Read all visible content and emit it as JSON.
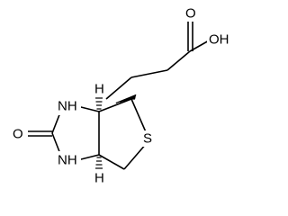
{
  "molecule": {
    "labels": {
      "acid_oh": "OH",
      "acid_carbonyl_o": "O",
      "carbonyl_o": "O",
      "nh_top": "NH",
      "nh_bottom": "NH",
      "sulfur": "S",
      "h_top": "H",
      "h_bottom": "H"
    }
  },
  "colors": {
    "ink": "#000000",
    "background": "#ffffff"
  }
}
